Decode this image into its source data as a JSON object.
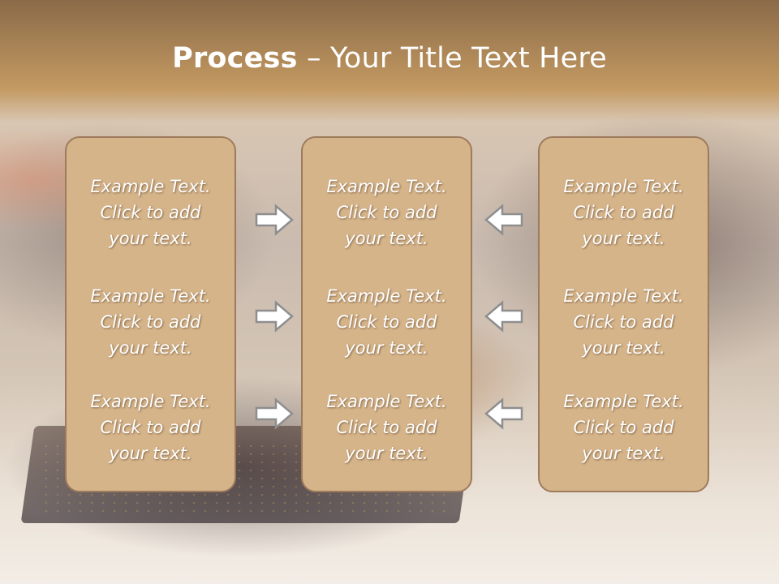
{
  "title": {
    "bold": "Process",
    "rest": " – Your Title Text Here"
  },
  "panels": [
    {
      "blocks": [
        {
          "line1": "Example Text.",
          "line2": "Click  to add",
          "line3": "your text."
        },
        {
          "line1": "Example Text.",
          "line2": "Click  to add",
          "line3": "your text."
        },
        {
          "line1": "Example Text.",
          "line2": "Click  to add",
          "line3": "your text."
        }
      ]
    },
    {
      "blocks": [
        {
          "line1": "Example Text.",
          "line2": "Click  to add",
          "line3": "your text."
        },
        {
          "line1": "Example Text.",
          "line2": "Click  to add",
          "line3": "your text."
        },
        {
          "line1": "Example Text.",
          "line2": "Click  to add",
          "line3": "your text."
        }
      ]
    },
    {
      "blocks": [
        {
          "line1": "Example Text.",
          "line2": "Click  to add",
          "line3": "your text."
        },
        {
          "line1": "Example Text.",
          "line2": "Click  to add",
          "line3": "your text."
        },
        {
          "line1": "Example Text.",
          "line2": "Click  to add",
          "line3": "your text."
        }
      ]
    }
  ],
  "arrows": {
    "left_group": "right-arrow-icon",
    "right_group": "left-arrow-icon"
  },
  "colors": {
    "panel_fill": "#d6b48a",
    "panel_border": "#9d7b5c",
    "arrow_stroke": "#8e8e8e",
    "text": "#ffffff"
  }
}
